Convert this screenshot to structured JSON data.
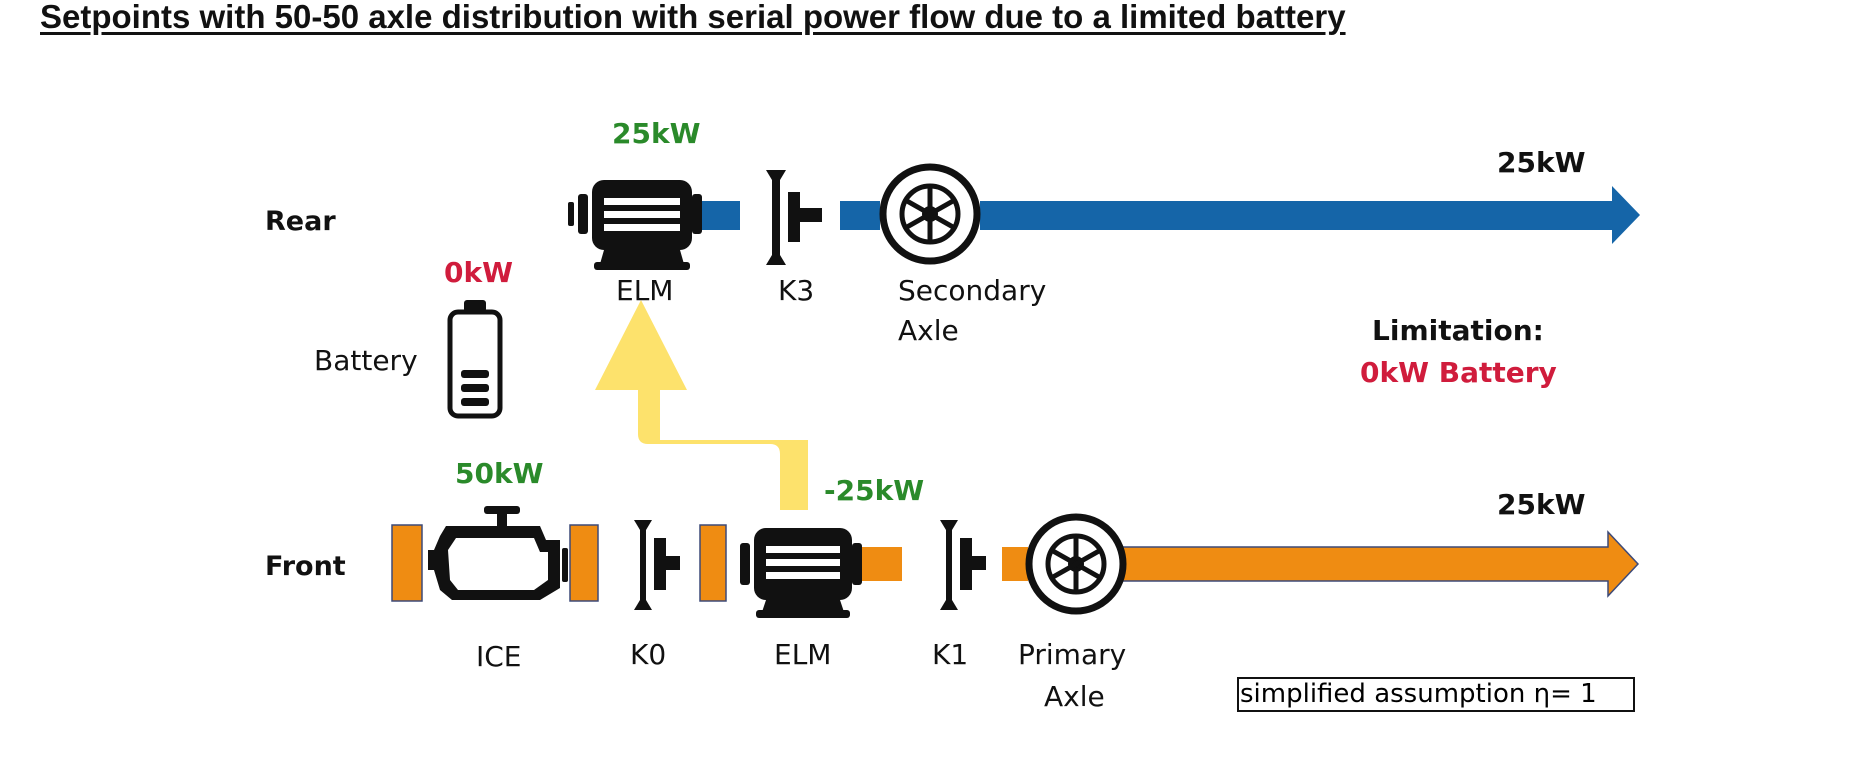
{
  "title": "Setpoints with 50-50 axle distribution with serial power flow due to a limited battery",
  "rows": {
    "rear": "Rear",
    "front": "Front"
  },
  "rear": {
    "elm_power": "25kW",
    "elm_label": "ELM",
    "clutch_label": "K3",
    "axle_label_1": "Secondary",
    "axle_label_2": "Axle",
    "output_power": "25kW",
    "arrow_color": "#1565a8"
  },
  "battery": {
    "label": "Battery",
    "power": "0kW"
  },
  "front": {
    "ice_power": "50kW",
    "ice_label": "ICE",
    "clutch0_label": "K0",
    "elm_power": "-25kW",
    "elm_label": "ELM",
    "clutch1_label": "K1",
    "axle_label_1": "Primary",
    "axle_label_2": "Axle",
    "output_power": "25kW",
    "arrow_color": "#ef8c12"
  },
  "serial_flow_color": "#fde26c",
  "limitation": {
    "heading": "Limitation:",
    "value": "0kW Battery"
  },
  "note": "simplified assumption η= 1",
  "colors": {
    "positive": "#2a8a2a",
    "negative": "#d01c3c",
    "ink": "#111111"
  }
}
